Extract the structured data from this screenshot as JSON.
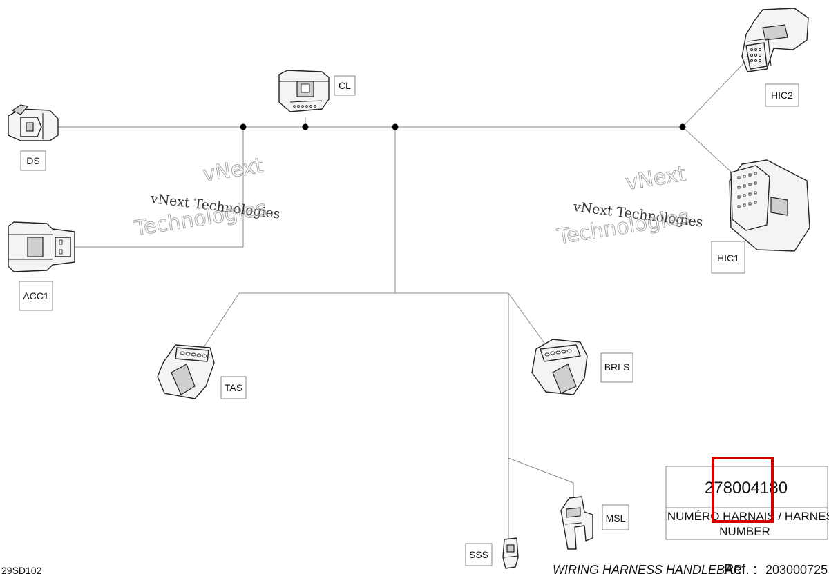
{
  "connectors": {
    "ds": "DS",
    "cl": "CL",
    "hic2": "HIC2",
    "hic1": "HIC1",
    "acc1": "ACC1",
    "tas": "TAS",
    "brls": "BRLS",
    "msl": "MSL",
    "sss": "SSS"
  },
  "watermark": {
    "line1": "vNext",
    "line2": "vNext Technologies",
    "line3": "Technologies"
  },
  "part": {
    "number": "278004180",
    "label_line1": "NUMÉRO HARNAIS / HARNESS",
    "label_line2": "NUMBER"
  },
  "footer": {
    "code": "29SD102",
    "title": "WIRING HARNESS  HANDLEBAR",
    "ref_label": "Ref. :",
    "ref_value": "203000725"
  },
  "colors": {
    "wire": "#8a8a8a",
    "highlight": "#d40000"
  }
}
